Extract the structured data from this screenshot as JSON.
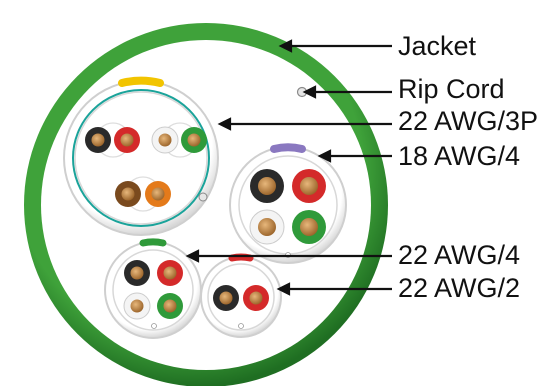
{
  "labels": {
    "jacket": "Jacket",
    "rip_cord": "Rip Cord",
    "sub_3p": "22 AWG/3P",
    "sub_18_4": "18 AWG/4",
    "sub_22_4": "22 AWG/4",
    "sub_22_2": "22 AWG/2"
  },
  "colors": {
    "jacket": "#2e8b2e",
    "jacket_highlight": "#4fae4a",
    "interior": "#ffffff",
    "subcable_jacket": "#e9e9e9",
    "shield_teal": "#1aa39a",
    "stripe_yellow": "#f2c400",
    "stripe_purple": "#8a78c0",
    "stripe_green": "#2f9a3a",
    "stripe_red": "#d42a2a",
    "copper": "#b07a3a",
    "conductor_black": "#2a2a2a",
    "conductor_red": "#d42a2a",
    "conductor_white": "#f4f4f4",
    "conductor_green": "#2f9a3a",
    "conductor_brown": "#7a4a1e",
    "conductor_orange": "#e47a1a"
  },
  "icons": {
    "rip_cord": "rip-cord-marker-icon",
    "drain": "drain-wire-icon"
  }
}
